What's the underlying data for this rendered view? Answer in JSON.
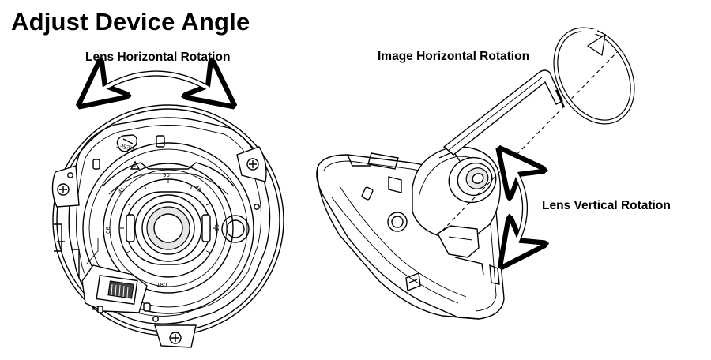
{
  "title": "Adjust Device Angle",
  "labels": {
    "lens_horizontal": "Lens Horizontal Rotation",
    "image_horizontal": "Image Horizontal Rotation",
    "lens_vertical": "Lens Vertical Rotation"
  },
  "device_markings": {
    "reset": "RESET",
    "angle_top": "90",
    "angle_left": "06",
    "angle_right": "09",
    "angle_bottom": "180",
    "angle_upper_left": "45",
    "angle_upper_right": "45",
    "sd_slot": "SD"
  },
  "colors": {
    "line": "#000000",
    "background": "#ffffff"
  }
}
